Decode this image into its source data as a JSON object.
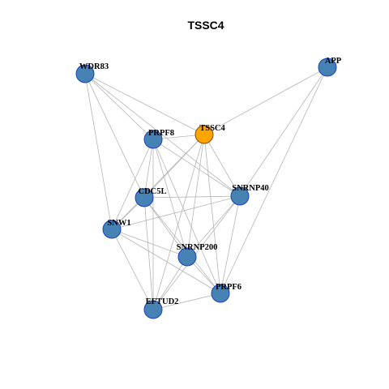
{
  "title": "TSSC4",
  "colors": {
    "default_node_fill": "#4682b4",
    "default_node_stroke": "#1c3fbf",
    "focus_node_fill": "#ffa500",
    "focus_node_stroke": "#8b4500",
    "edge": "#b5b5b5"
  },
  "nodes": [
    {
      "id": "WDR83",
      "label": "WDR83",
      "focus": false
    },
    {
      "id": "APP",
      "label": "APP",
      "focus": false
    },
    {
      "id": "TSSC4",
      "label": "TSSC4",
      "focus": true
    },
    {
      "id": "PRPF8",
      "label": "PRPF8",
      "focus": false
    },
    {
      "id": "SNRNP40",
      "label": "SNRNP40",
      "focus": false
    },
    {
      "id": "CDC5L",
      "label": "CDC5L",
      "focus": false
    },
    {
      "id": "SNW1",
      "label": "SNW1",
      "focus": false
    },
    {
      "id": "SNRNP200",
      "label": "SNRNP200",
      "focus": false
    },
    {
      "id": "PRPF6",
      "label": "PRPF6",
      "focus": false
    },
    {
      "id": "EFTUD2",
      "label": "EFTUD2",
      "focus": false
    }
  ],
  "edges": [
    [
      "WDR83",
      "TSSC4"
    ],
    [
      "WDR83",
      "PRPF8"
    ],
    [
      "WDR83",
      "CDC5L"
    ],
    [
      "WDR83",
      "SNW1"
    ],
    [
      "WDR83",
      "SNRNP40"
    ],
    [
      "APP",
      "TSSC4"
    ],
    [
      "APP",
      "SNRNP40"
    ],
    [
      "APP",
      "PRPF6"
    ],
    [
      "TSSC4",
      "PRPF8"
    ],
    [
      "TSSC4",
      "CDC5L"
    ],
    [
      "TSSC4",
      "SNW1"
    ],
    [
      "TSSC4",
      "SNRNP40"
    ],
    [
      "TSSC4",
      "SNRNP200"
    ],
    [
      "TSSC4",
      "PRPF6"
    ],
    [
      "TSSC4",
      "EFTUD2"
    ],
    [
      "PRPF8",
      "SNRNP40"
    ],
    [
      "PRPF8",
      "CDC5L"
    ],
    [
      "PRPF8",
      "SNW1"
    ],
    [
      "PRPF8",
      "SNRNP200"
    ],
    [
      "PRPF8",
      "PRPF6"
    ],
    [
      "PRPF8",
      "EFTUD2"
    ],
    [
      "SNRNP40",
      "CDC5L"
    ],
    [
      "SNRNP40",
      "SNW1"
    ],
    [
      "SNRNP40",
      "SNRNP200"
    ],
    [
      "SNRNP40",
      "PRPF6"
    ],
    [
      "SNRNP40",
      "EFTUD2"
    ],
    [
      "CDC5L",
      "SNW1"
    ],
    [
      "CDC5L",
      "SNRNP200"
    ],
    [
      "CDC5L",
      "PRPF6"
    ],
    [
      "CDC5L",
      "EFTUD2"
    ],
    [
      "SNW1",
      "SNRNP200"
    ],
    [
      "SNW1",
      "PRPF6"
    ],
    [
      "SNW1",
      "EFTUD2"
    ],
    [
      "SNRNP200",
      "PRPF6"
    ],
    [
      "SNRNP200",
      "EFTUD2"
    ],
    [
      "PRPF6",
      "EFTUD2"
    ]
  ]
}
